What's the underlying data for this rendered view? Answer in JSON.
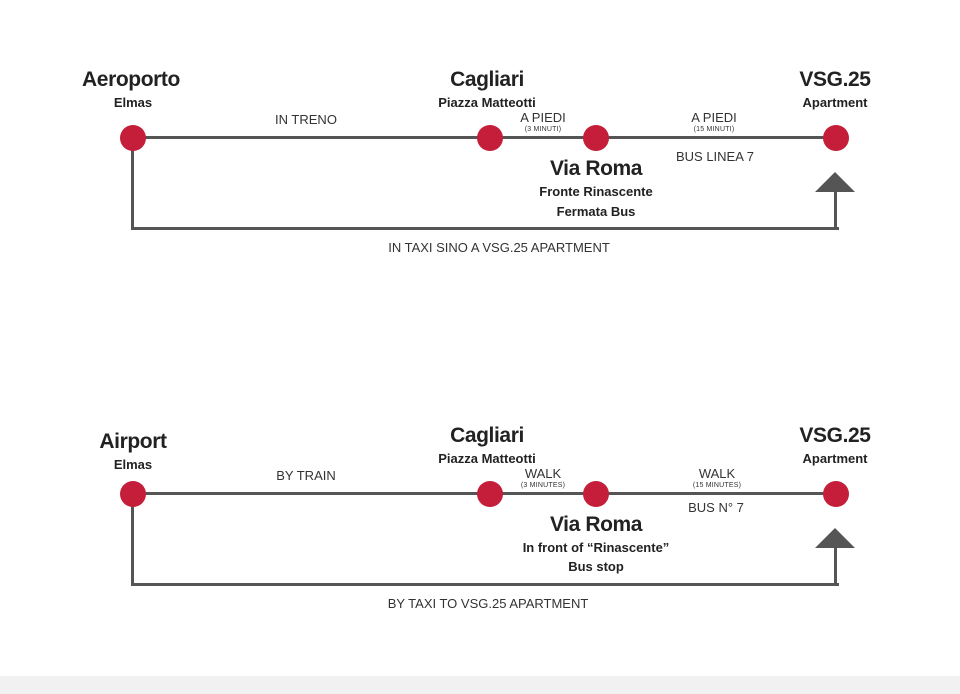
{
  "diagrams": [
    {
      "origin": {
        "title": "Aeroporto",
        "subtitle": "Elmas"
      },
      "hub": {
        "title": "Cagliari",
        "subtitle": "Piazza Matteotti"
      },
      "stop": {
        "title": "Via Roma",
        "lines": [
          "Fronte Rinascente",
          "Fermata Bus"
        ]
      },
      "dest": {
        "title": "VSG.25",
        "subtitle": "Apartment"
      },
      "train_label": "IN TRENO",
      "walk_short": {
        "label": "A PIEDI",
        "time": "(3 MINUTI)"
      },
      "walk_long": {
        "label": "A PIEDI",
        "time": "(15 MINUTI)"
      },
      "bus_label": "BUS LINEA 7",
      "taxi_label": "IN TAXI SINO A VSG.25 APARTMENT"
    },
    {
      "origin": {
        "title": "Airport",
        "subtitle": "Elmas"
      },
      "hub": {
        "title": "Cagliari",
        "subtitle": "Piazza Matteotti"
      },
      "stop": {
        "title": "Via Roma",
        "lines": [
          "In front of “Rinascente”",
          "Bus stop"
        ]
      },
      "dest": {
        "title": "VSG.25",
        "subtitle": "Apartment"
      },
      "train_label": "BY TRAIN",
      "walk_short": {
        "label": "WALK",
        "time": "(3 MINUTES)"
      },
      "walk_long": {
        "label": "WALK",
        "time": "(15 MINUTES)"
      },
      "bus_label": "BUS N° 7",
      "taxi_label": "BY TAXI TO VSG.25 APARTMENT"
    }
  ],
  "colors": {
    "station": "#c41e3a",
    "line": "#555555",
    "text": "#2b2b2b"
  }
}
